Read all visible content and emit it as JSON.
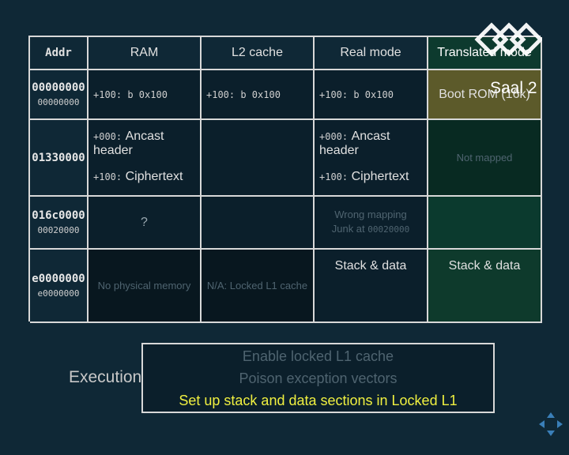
{
  "table": {
    "headers": [
      "Addr",
      "RAM",
      "L2 cache",
      "Real mode",
      "Translated mode"
    ],
    "rows": [
      {
        "addr_main": "00000000",
        "addr_sub": "00000000",
        "ram": "+100: b 0x100",
        "l2": "+100: b 0x100",
        "real": "+100: b 0x100",
        "translated": "Boot ROM (16k)"
      },
      {
        "addr_main": "01330000",
        "ram_a_off": "+000:",
        "ram_a_text": "Ancast header",
        "ram_b_off": "+100:",
        "ram_b_text": "Ciphertext",
        "real_a_off": "+000:",
        "real_a_text": "Ancast header",
        "real_b_off": "+100:",
        "real_b_text": "Ciphertext",
        "translated": "Not mapped"
      },
      {
        "addr_main": "016c0000",
        "addr_sub": "00020000",
        "ram": "?",
        "real_line1": "Wrong mapping",
        "real_line2": "Junk at",
        "real_line2_addr": "00020000"
      },
      {
        "addr_main": "e0000000",
        "addr_sub": "e0000000",
        "ram": "No physical memory",
        "l2": "N/A: Locked L1 cache",
        "real": "Stack & data",
        "translated": "Stack & data"
      }
    ]
  },
  "execution": {
    "label": "Execution:",
    "steps": [
      "Enable locked L1 cache",
      "Poison exception vectors",
      "Set up stack and data sections in Locked L1"
    ],
    "current_color": "#f0f040"
  },
  "branding": {
    "logo_text": "Saal 2"
  },
  "colors": {
    "background": "#0f2836",
    "boot_rom": "#5c5a2a",
    "translated_green": "#0b3a2e"
  }
}
